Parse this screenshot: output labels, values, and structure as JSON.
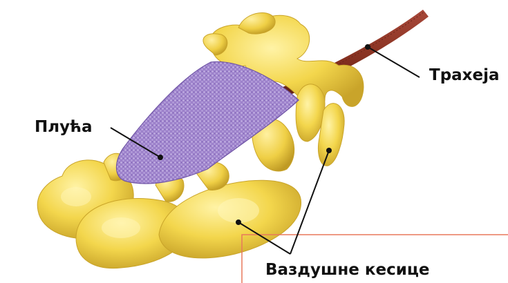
{
  "labels": {
    "trachea": "Трахеја",
    "lung": "Плућа",
    "air_sacs": "Ваздушне кесице"
  },
  "colors": {
    "trachea": "#8a3322",
    "air_sac": "#f1d24a",
    "air_sac_shadow": "#c9a82c",
    "lung": "#a58ad0",
    "leader_line": "#111111",
    "caption_frame": "#e8785c"
  }
}
